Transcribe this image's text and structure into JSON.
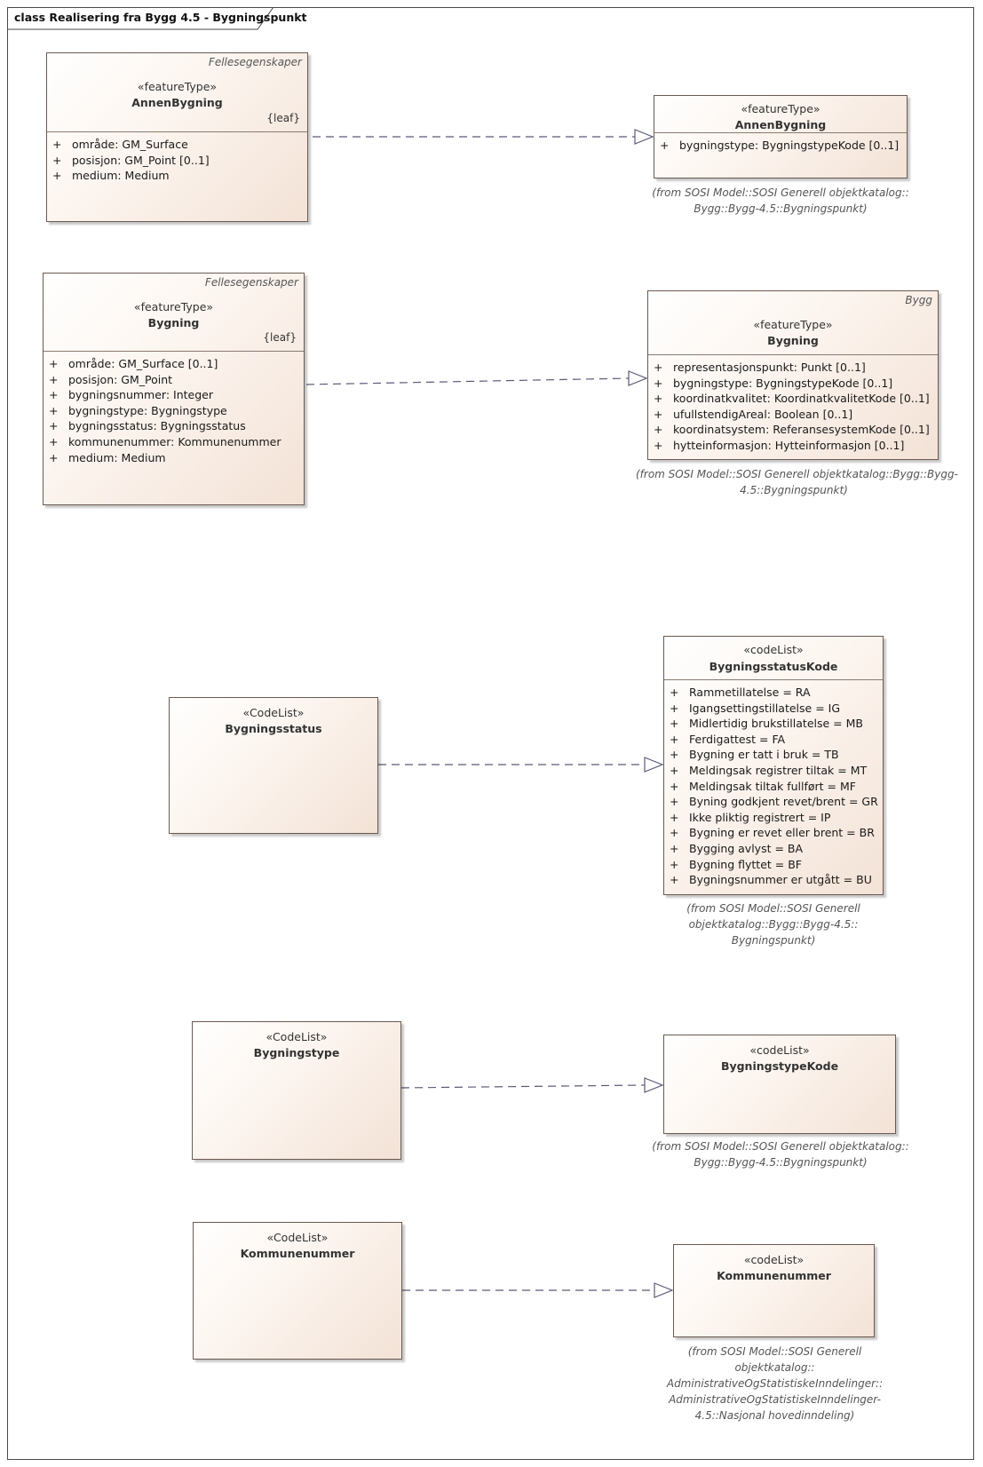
{
  "frame": {
    "title": "class Realisering fra Bygg 4.5 - Bygningspunkt"
  },
  "classes": {
    "annen_left": {
      "package": "Fellesegenskaper",
      "stereotype": "«featureType»",
      "name": "AnnenBygning",
      "tag": "{leaf}",
      "attributes": [
        "område: GM_Surface",
        "posisjon: GM_Point [0..1]",
        "medium: Medium"
      ]
    },
    "annen_right": {
      "stereotype": "«featureType»",
      "name": "AnnenBygning",
      "attributes": [
        "bygningstype: BygningstypeKode [0..1]"
      ],
      "from_note": [
        "(from SOSI Model::SOSI Generell objektkatalog::",
        "Bygg::Bygg-4.5::Bygningspunkt)"
      ]
    },
    "bygning_left": {
      "package": "Fellesegenskaper",
      "stereotype": "«featureType»",
      "name": "Bygning",
      "tag": "{leaf}",
      "attributes": [
        "område: GM_Surface [0..1]",
        "posisjon: GM_Point",
        "bygningsnummer: Integer",
        "bygningstype: Bygningstype",
        "bygningsstatus: Bygningsstatus",
        "kommunenummer: Kommunenummer",
        "medium: Medium"
      ]
    },
    "bygning_right": {
      "package": "Bygg",
      "stereotype": "«featureType»",
      "name": "Bygning",
      "attributes": [
        "representasjonspunkt: Punkt [0..1]",
        "bygningstype: BygningstypeKode [0..1]",
        "koordinatkvalitet: KoordinatkvalitetKode [0..1]",
        "ufullstendigAreal: Boolean [0..1]",
        "koordinatsystem: ReferansesystemKode [0..1]",
        "hytteinformasjon: Hytteinformasjon [0..1]"
      ],
      "from_note": [
        "(from SOSI Model::SOSI Generell objektkatalog::Bygg::Bygg-",
        "4.5::Bygningspunkt)"
      ]
    },
    "status_left": {
      "stereotype": "«CodeList»",
      "name": "Bygningsstatus"
    },
    "status_right": {
      "stereotype": "«codeList»",
      "name": "BygningsstatusKode",
      "attributes": [
        "Rammetillatelse = RA",
        "Igangsettingstillatelse = IG",
        "Midlertidig brukstillatelse = MB",
        "Ferdigattest = FA",
        "Bygning er tatt i bruk = TB",
        "Meldingsak registrer tiltak = MT",
        "Meldingsak tiltak fullført = MF",
        "Byning godkjent revet/brent = GR",
        "Ikke pliktig registrert = IP",
        "Bygning er revet eller brent = BR",
        "Bygging avlyst = BA",
        "Bygning flyttet = BF",
        "Bygningsnummer er utgått = BU"
      ],
      "from_note": [
        "(from SOSI Model::SOSI Generell",
        "objektkatalog::Bygg::Bygg-4.5::",
        "Bygningspunkt)"
      ]
    },
    "type_left": {
      "stereotype": "«CodeList»",
      "name": "Bygningstype"
    },
    "type_right": {
      "stereotype": "«codeList»",
      "name": "BygningstypeKode",
      "from_note": [
        "(from SOSI Model::SOSI Generell objektkatalog::",
        "Bygg::Bygg-4.5::Bygningspunkt)"
      ]
    },
    "kommune_left": {
      "stereotype": "«CodeList»",
      "name": "Kommunenummer"
    },
    "kommune_right": {
      "stereotype": "«codeList»",
      "name": "Kommunenummer",
      "from_note": [
        "(from SOSI Model::SOSI Generell",
        "objektkatalog::",
        "AdministrativeOgStatistiskeInndelinger::",
        "AdministrativeOgStatistiskeInndelinger-",
        "4.5::Nasjonal hovedinndeling)"
      ]
    }
  },
  "colors": {
    "border": "#6b5a50",
    "fill_start": "#ffffff",
    "fill_end": "#f3e2d6",
    "link": "#5a5a78"
  }
}
